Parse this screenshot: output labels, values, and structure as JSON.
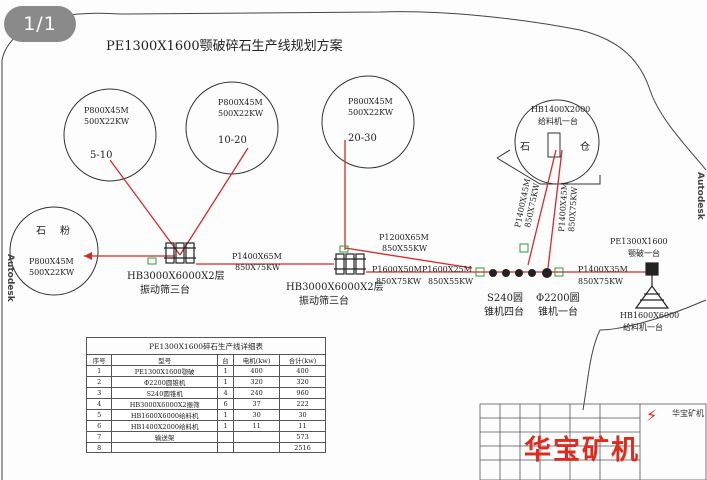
{
  "page_indicator": "1/1",
  "title": "PE1300X1600颚破碎石生产线规划方案",
  "side_text_right": "Autodesk",
  "side_text_left": "Autodesk",
  "piles": [
    {
      "spec": "P800X45M",
      "power": "500X22KW",
      "size": "5-10"
    },
    {
      "spec": "P800X45M",
      "power": "500X22KW",
      "size": "10-20"
    },
    {
      "spec": "P800X45M",
      "power": "500X22KW",
      "size": "20-30"
    },
    {
      "label_left": "石",
      "label_right": "粉",
      "spec": "P800X45M",
      "power": "500X22KW"
    }
  ],
  "silo": {
    "spec": "HB1400X2000",
    "desc": "给料机一台",
    "left": "石",
    "right": "仓"
  },
  "conveyors": {
    "c1": {
      "spec": "P1400X65M",
      "power": "850X75KW"
    },
    "c2": {
      "spec": "P1200X65M",
      "power": "850X55KW"
    },
    "c3": {
      "spec": "P1600X50M",
      "power": "850X75KW"
    },
    "c4": {
      "spec": "P1600X25M",
      "power": "850X55KW"
    },
    "c5": {
      "spec": "P1400X35M",
      "power": "850X75KW"
    },
    "c6": {
      "spec": "P1400X45M",
      "power": "850X75KW"
    },
    "c7": {
      "spec": "P1400X45M",
      "power": "850X75KW"
    }
  },
  "screens": [
    {
      "spec": "HB3000X6000X2层",
      "desc": "振动筛三台"
    },
    {
      "spec": "HB3000X6000X2层",
      "desc": "振动筛三台"
    }
  ],
  "cone_s240": {
    "spec": "S240圆",
    "desc": "锥机四台"
  },
  "cone_2200": {
    "spec": "Φ2200圆",
    "desc": "锥机一台"
  },
  "jaw": {
    "spec": "PE1300X1600",
    "desc": "颚破一台"
  },
  "feeder": {
    "spec": "HB1600X6000",
    "desc": "给料机一台"
  },
  "table": {
    "caption": "PE1300X1600碎石生产线详细表",
    "headers": [
      "序号",
      "型号",
      "台",
      "电机(kw)",
      "合计(kw)"
    ],
    "rows": [
      [
        "1",
        "PE1300X1600颚破",
        "1",
        "400",
        "400"
      ],
      [
        "2",
        "Φ2200圆锥机",
        "1",
        "320",
        "320"
      ],
      [
        "3",
        "S240圆锥机",
        "4",
        "240",
        "960"
      ],
      [
        "4",
        "HB3000X6000X2振筛",
        "6",
        "37",
        "222"
      ],
      [
        "5",
        "HB1600X6000给料机",
        "1",
        "30",
        "30"
      ],
      [
        "6",
        "HB1400X2000给料机",
        "1",
        "11",
        "11"
      ],
      [
        "7",
        "输送架",
        "",
        "",
        "573"
      ],
      [
        "8",
        "",
        "",
        "",
        "2516"
      ]
    ]
  },
  "brand": {
    "name": "华宝矿机",
    "small": "华宝矿机"
  },
  "colors": {
    "conveyor": "#d42a2a",
    "outline": "#333333",
    "green": "#2e9b3a",
    "brand": "#e02a1e"
  }
}
